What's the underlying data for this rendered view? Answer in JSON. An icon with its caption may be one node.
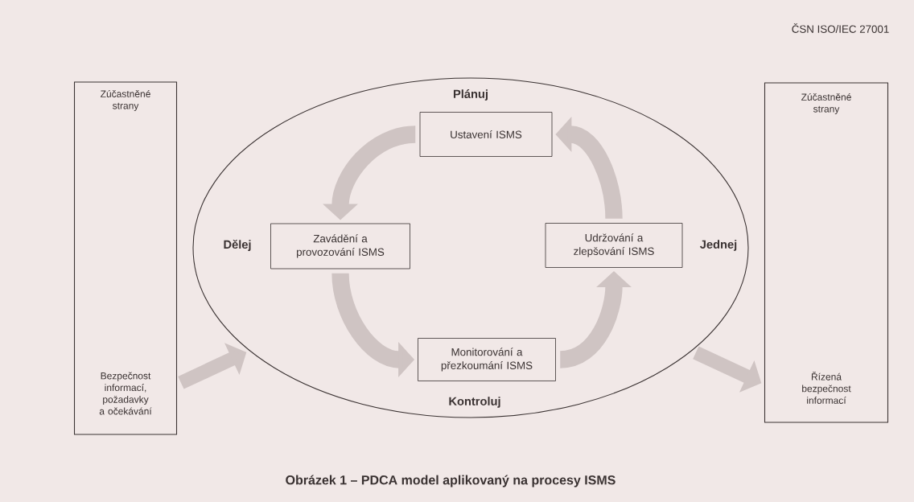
{
  "diagram": {
    "caption": "Obrázek 1 – PDCA model aplikovaný na procesy ISMS",
    "nodes": [
      {
        "text": [
          "Zúčastněné strany",
          "Bezpečnost informací, požadavky a očekávání"
        ]
      },
      {
        "text": [
          "Plánuj",
          "Dělej",
          "Kontroluj",
          "Jednej"
        ]
      },
      {
        "text": [
          "Ustavení ISMS"
        ],
        "in": 1
      },
      {
        "text": [
          "Zavádění a provozování ISMS"
        ],
        "in": 1
      },
      {
        "text": [
          "Udržování a zlepšování ISMS"
        ],
        "in": 1
      },
      {
        "text": [
          "Monitorování a přezkoumání ISMS"
        ],
        "in": 1
      },
      {
        "text": [
          "Zúčastněné strany",
          "Řízená bezpečnost informací"
        ]
      }
    ],
    "edges": [
      {
        "from": 2,
        "to": 3,
        "arrow": "to"
      },
      {
        "from": 3,
        "to": 5,
        "arrow": "to"
      },
      {
        "from": 5,
        "to": 4,
        "arrow": "to"
      },
      {
        "from": 4,
        "to": 2,
        "arrow": "to"
      },
      {
        "from": 0,
        "to": 1,
        "arrow": "to"
      },
      {
        "from": 1,
        "to": 6,
        "arrow": "to"
      }
    ],
    "labels": [
      "ČSN ISO/IEC 27001"
    ]
  }
}
